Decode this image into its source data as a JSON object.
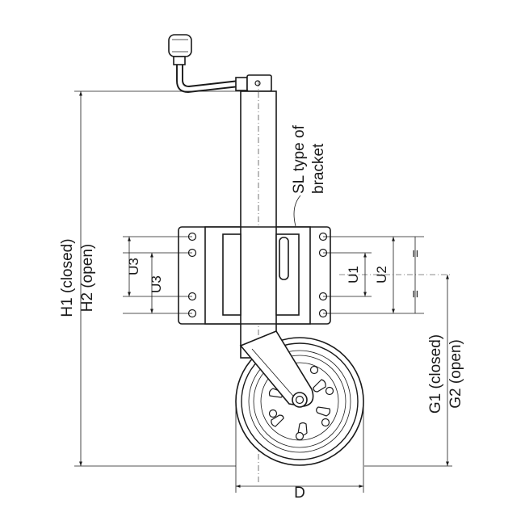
{
  "diagram": {
    "labels": {
      "h1": "H1 (closed)",
      "h2": "H2 (open)",
      "g1": "G1 (closed)",
      "g2": "G2 (open)",
      "u1": "U1",
      "u2": "U2",
      "u3_top": "U3",
      "u3_bottom": "U3",
      "d": "D",
      "bracket_line1": "SL type of",
      "bracket_line2": "bracket",
      "equal_mark_top": "=",
      "equal_mark_bottom": "="
    }
  }
}
